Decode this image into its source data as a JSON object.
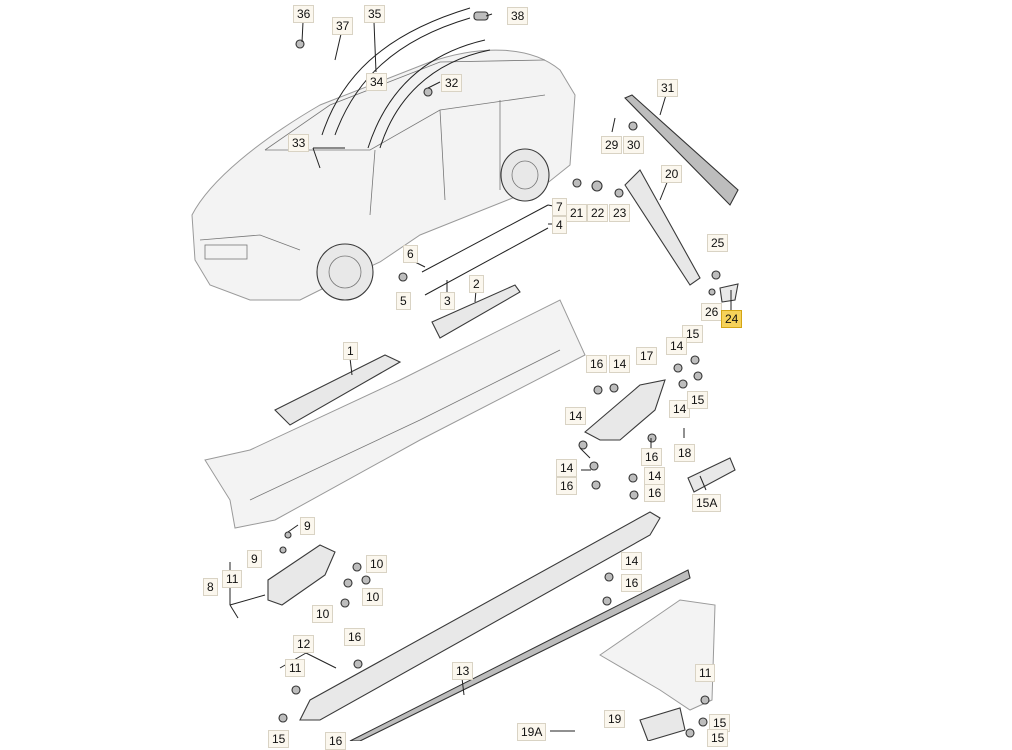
{
  "diagram": {
    "callouts": [
      {
        "id": "c36",
        "text": "36"
      },
      {
        "id": "c37",
        "text": "37"
      },
      {
        "id": "c35",
        "text": "35"
      },
      {
        "id": "c38",
        "text": "38"
      },
      {
        "id": "c34",
        "text": "34"
      },
      {
        "id": "c32",
        "text": "32"
      },
      {
        "id": "c33",
        "text": "33"
      },
      {
        "id": "c31",
        "text": "31"
      },
      {
        "id": "c29",
        "text": "29"
      },
      {
        "id": "c30",
        "text": "30"
      },
      {
        "id": "c20",
        "text": "20"
      },
      {
        "id": "c21",
        "text": "21"
      },
      {
        "id": "c22",
        "text": "22"
      },
      {
        "id": "c23",
        "text": "23"
      },
      {
        "id": "c7",
        "text": "7"
      },
      {
        "id": "c4",
        "text": "4"
      },
      {
        "id": "c6",
        "text": "6"
      },
      {
        "id": "c25",
        "text": "25"
      },
      {
        "id": "c2",
        "text": "2"
      },
      {
        "id": "c5",
        "text": "5"
      },
      {
        "id": "c3",
        "text": "3"
      },
      {
        "id": "c26",
        "text": "26"
      },
      {
        "id": "c24",
        "text": "24",
        "highlight": true
      },
      {
        "id": "c1",
        "text": "1"
      },
      {
        "id": "c15a",
        "text": "15"
      },
      {
        "id": "c14a",
        "text": "14"
      },
      {
        "id": "c16a",
        "text": "16"
      },
      {
        "id": "c14b",
        "text": "14"
      },
      {
        "id": "c17",
        "text": "17"
      },
      {
        "id": "c14c",
        "text": "14"
      },
      {
        "id": "c15b",
        "text": "15"
      },
      {
        "id": "c14d",
        "text": "14"
      },
      {
        "id": "c18",
        "text": "18"
      },
      {
        "id": "c16b",
        "text": "16"
      },
      {
        "id": "c14e",
        "text": "14"
      },
      {
        "id": "c14f",
        "text": "14"
      },
      {
        "id": "c16c",
        "text": "16"
      },
      {
        "id": "c16d",
        "text": "16"
      },
      {
        "id": "c15A",
        "text": "15A"
      },
      {
        "id": "c9a",
        "text": "9"
      },
      {
        "id": "c9b",
        "text": "9"
      },
      {
        "id": "c10a",
        "text": "10"
      },
      {
        "id": "c8",
        "text": "8"
      },
      {
        "id": "c11a",
        "text": "11"
      },
      {
        "id": "c10b",
        "text": "10"
      },
      {
        "id": "c10c",
        "text": "10"
      },
      {
        "id": "c14g",
        "text": "14"
      },
      {
        "id": "c16e",
        "text": "16"
      },
      {
        "id": "c12",
        "text": "12"
      },
      {
        "id": "c16f",
        "text": "16"
      },
      {
        "id": "c11b",
        "text": "11"
      },
      {
        "id": "c13",
        "text": "13"
      },
      {
        "id": "c11c",
        "text": "11"
      },
      {
        "id": "c19A",
        "text": "19A"
      },
      {
        "id": "c19",
        "text": "19"
      },
      {
        "id": "c15c",
        "text": "15"
      },
      {
        "id": "c15d",
        "text": "15"
      },
      {
        "id": "c15e",
        "text": "15"
      },
      {
        "id": "c16g",
        "text": "16"
      }
    ]
  },
  "colors": {
    "highlight": "#f6d25a",
    "label_bg": "#fbf7ee",
    "line": "#222222"
  }
}
